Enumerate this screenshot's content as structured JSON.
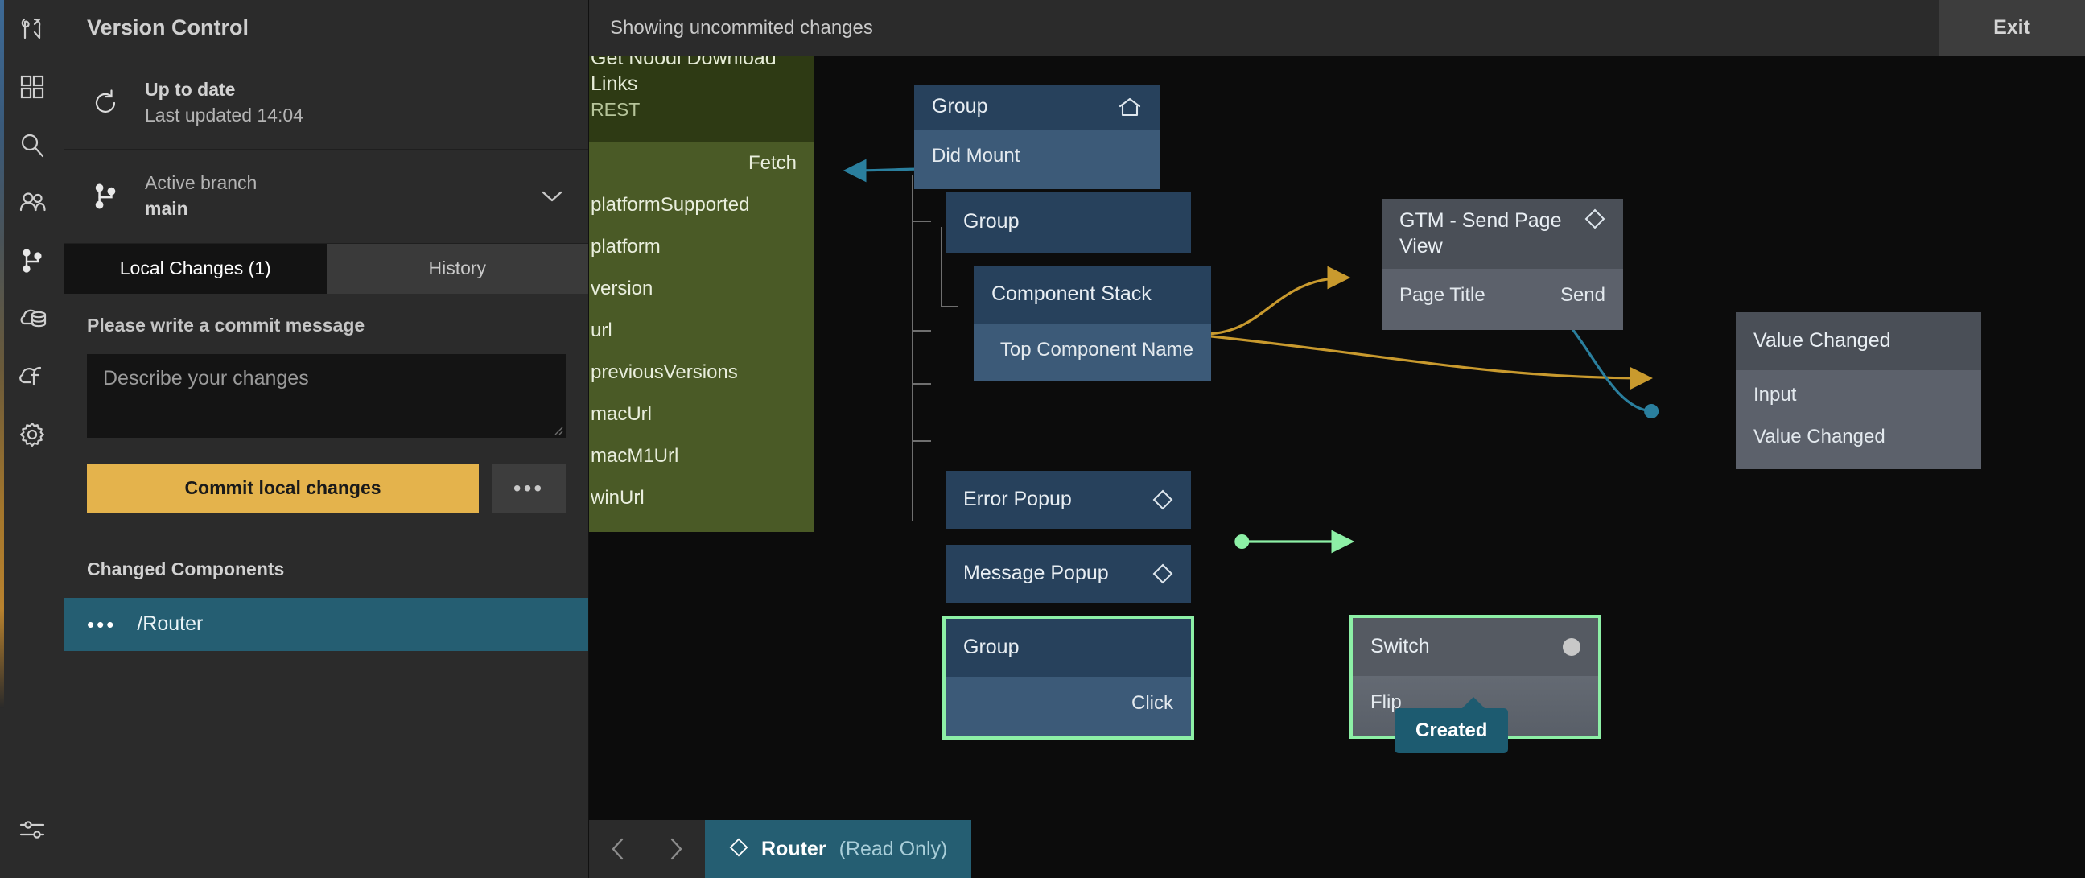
{
  "sidebar_rail": {
    "items": [
      {
        "icon": "noodl-logo-icon",
        "label": "Noodl"
      },
      {
        "icon": "components-grid-icon",
        "label": "Components"
      },
      {
        "icon": "search-icon",
        "label": "Search"
      },
      {
        "icon": "collaborators-icon",
        "label": "Collaborators"
      },
      {
        "icon": "version-control-branch-icon",
        "label": "Version Control"
      },
      {
        "icon": "cloud-data-icon",
        "label": "Cloud Data"
      },
      {
        "icon": "cloud-functions-icon",
        "label": "Cloud Functions"
      },
      {
        "icon": "gear-icon",
        "label": "Settings"
      }
    ],
    "bottom_item": {
      "icon": "sliders-icon",
      "label": "Editor Settings"
    }
  },
  "version_control": {
    "title": "Version Control",
    "sync": {
      "status": "Up to date",
      "last_updated": "Last updated 14:04",
      "icon": "refresh-icon"
    },
    "branch": {
      "label": "Active branch",
      "name": "main",
      "icon": "branch-icon",
      "chevron": "chevron-down-icon"
    },
    "tabs": [
      {
        "label": "Local Changes (1)",
        "active": true
      },
      {
        "label": "History",
        "active": false
      }
    ],
    "commit": {
      "label": "Please write a commit message",
      "placeholder": "Describe your changes",
      "value": "",
      "button_label": "Commit local changes",
      "more_label": "•••"
    },
    "changed_components": {
      "heading": "Changed Components",
      "items": [
        {
          "dots": "•••",
          "name": "/Router",
          "selected": true
        }
      ]
    }
  },
  "topbar": {
    "message": "Showing uncommited changes",
    "exit_label": "Exit"
  },
  "colors": {
    "accent_commit": "#e4b34c",
    "selected_blue": "#255e72",
    "selection_green": "#8df0a6",
    "wire_blue": "#2a7f9e",
    "wire_gold": "#c99a2e",
    "wire_green": "#8df0a6",
    "node_blue_head": "#27415c",
    "node_blue_body": "#3c5a78",
    "node_gray_head": "#4a4f57",
    "node_gray_body": "#5c616b",
    "node_green_head": "#2e3a14",
    "node_green_body": "#4a5a26"
  },
  "graph": {
    "nodes": [
      {
        "id": "rest",
        "title": "Get Noodl Download Links",
        "subtitle": "REST",
        "variant": "green",
        "inputs": [],
        "outputs": [
          "Fetch"
        ],
        "properties": [
          "platformSupported",
          "platform",
          "version",
          "url",
          "previousVersions",
          "macUrl",
          "macM1Url",
          "winUrl"
        ]
      },
      {
        "id": "group-root",
        "title": "Group",
        "variant": "blue",
        "badge_icon": "home-icon",
        "ports": [
          "Did Mount"
        ]
      },
      {
        "id": "group-2",
        "title": "Group",
        "variant": "blue",
        "ports": []
      },
      {
        "id": "component-stack",
        "title": "Component Stack",
        "variant": "blue",
        "ports": [
          "Top Component Name"
        ]
      },
      {
        "id": "error-popup",
        "title": "Error Popup",
        "variant": "blue",
        "badge_icon": "diamond-icon",
        "ports": []
      },
      {
        "id": "message-popup",
        "title": "Message Popup",
        "variant": "blue",
        "badge_icon": "diamond-icon",
        "ports": []
      },
      {
        "id": "group-click",
        "title": "Group",
        "variant": "blue",
        "selected": true,
        "ports": [
          "Click"
        ]
      },
      {
        "id": "gtm",
        "title": "GTM - Send Page View",
        "variant": "gray",
        "badge_icon": "diamond-icon",
        "ports_left": [
          "Page Title"
        ],
        "ports_right": [
          "Send"
        ]
      },
      {
        "id": "value-changed",
        "title": "Value Changed",
        "variant": "gray",
        "ports": [
          "Input",
          "Value Changed"
        ]
      },
      {
        "id": "switch",
        "title": "Switch",
        "variant": "switch",
        "selected": true,
        "badge_icon": "dot-icon",
        "ports": [
          "Flip"
        ],
        "badge": "Created"
      }
    ]
  },
  "bottombar": {
    "prev_icon": "chevron-left-icon",
    "next_icon": "chevron-right-icon",
    "tab": {
      "icon": "diamond-icon",
      "name": "Router",
      "state": "(Read Only)"
    }
  }
}
